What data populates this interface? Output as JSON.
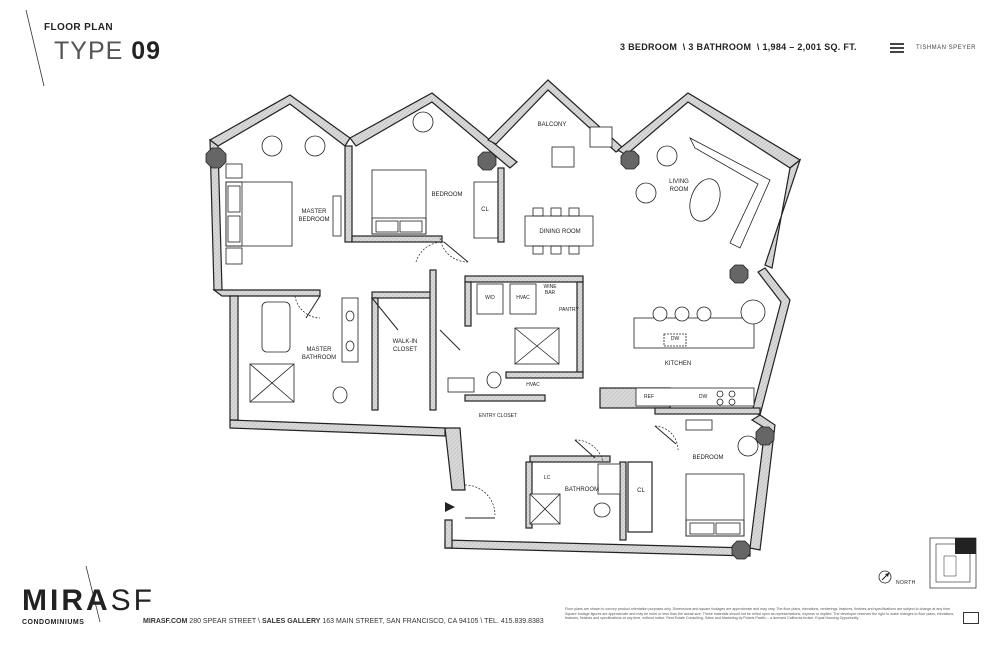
{
  "header": {
    "floor_plan_label": "FLOOR PLAN",
    "type_label": "TYPE",
    "type_number": "09",
    "specs": "3 BEDROOM  \\ 3 BATHROOM  \\ 1,984 – 2,001 SQ. FT.",
    "developer": "TISHMAN SPEYER"
  },
  "rooms": {
    "master_bedroom": "MASTER BEDROOM",
    "bedroom_top": "BEDROOM",
    "closet_top": "CL",
    "balcony": "BALCONY",
    "living_room": "LIVING ROOM",
    "dining_room": "DINING ROOM",
    "wd": "W/D",
    "hvac_top": "HVAC",
    "wine_bar": "WINE BAR",
    "pantry": "PANTRY",
    "master_bathroom": "MASTER BATHROOM",
    "walkin_closet": "WALK-IN CLOSET",
    "hvac_mid": "HVAC",
    "entry_closet": "ENTRY CLOSET",
    "kitchen": "KITCHEN",
    "dw_island": "DW",
    "ref": "REF",
    "dw_counter": "DW",
    "bedroom_bottom": "BEDROOM",
    "lc": "LC",
    "bathroom": "BATHROOM",
    "closet_bottom": "CL"
  },
  "footer": {
    "brand": "MIRA",
    "brand_suffix": "SF",
    "brand_sub": "CONDOMINIUMS",
    "website": "MIRASF.COM",
    "address": "280 SPEAR STREET",
    "sales_label": "SALES GALLERY",
    "sales_address": "163 MAIN STREET, SAN FRANCISCO, CA 94105",
    "phone": "TEL. 415.839.8383",
    "north": "NORTH",
    "disclaimer": "Floor plans are shown to convey product orientation purposes only. Dimensions and square footages are approximate and may vary. The floor plans, elevations, renderings, features, finishes and specifications are subject to change at any time. Square footage figures are approximate and may be more or less than the actual size. These materials should not be relied upon as representations, express or implied. The developer reserves the right to make changes to floor plans, elevations, features, finishes and specifications at any time, without notice. Real Estate Consulting, Sales and Marketing by Polaris Pacific – a licensed California broker. Equal Housing Opportunity."
  }
}
